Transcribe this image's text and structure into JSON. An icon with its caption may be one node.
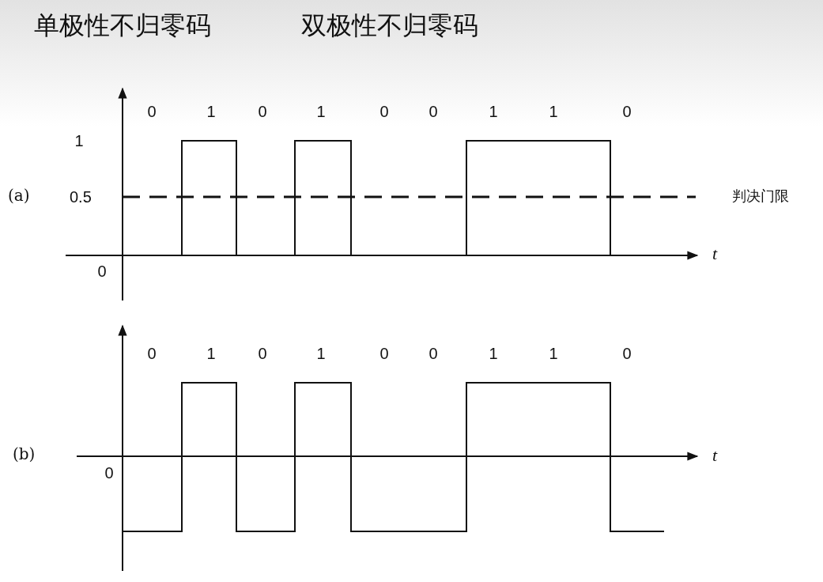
{
  "diagram": {
    "labels": [
      "单极性不归零码",
      "双极性不归零码",
      "0",
      "1",
      "0",
      "1",
      "0",
      "0",
      "1",
      "1",
      "0",
      "1",
      "(a)",
      "0.5",
      "判决门限",
      "t",
      "0",
      "0",
      "1",
      "0",
      "1",
      "0",
      "0",
      "1",
      "1",
      "0",
      "(b)",
      "t",
      "0"
    ]
  }
}
